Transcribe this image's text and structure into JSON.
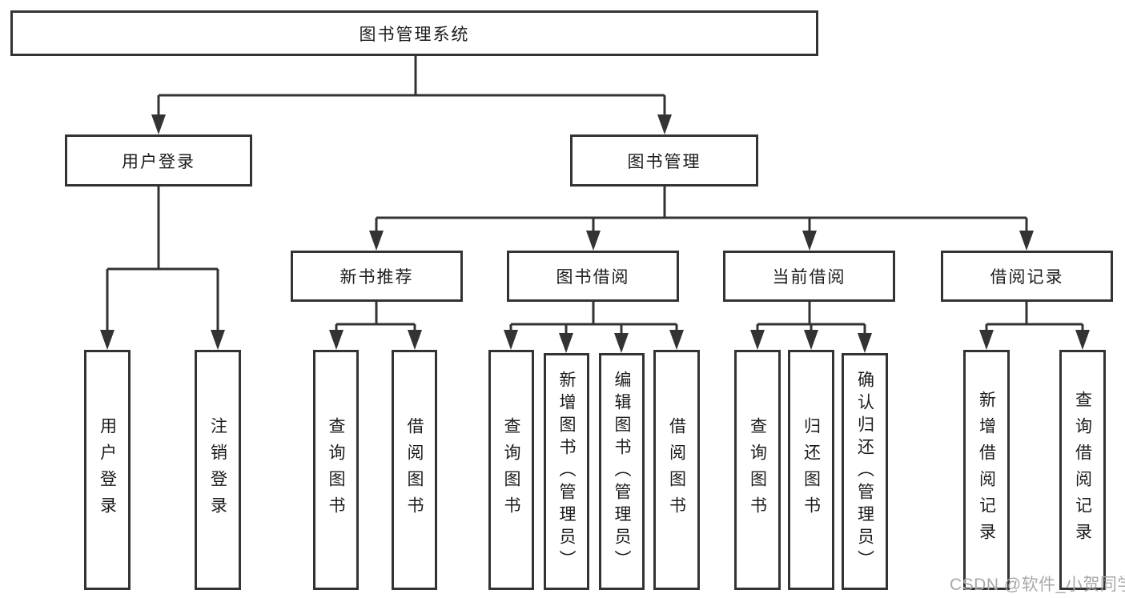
{
  "diagram": {
    "root": {
      "label": "图书管理系统"
    },
    "branches": [
      {
        "label": "用户登录",
        "children": [
          {
            "label": "用户登录"
          },
          {
            "label": "注销登录"
          }
        ]
      },
      {
        "label": "图书管理",
        "children": [
          {
            "label": "新书推荐",
            "children": [
              {
                "label": "查询图书"
              },
              {
                "label": "借阅图书"
              }
            ]
          },
          {
            "label": "图书借阅",
            "children": [
              {
                "label": "查询图书"
              },
              {
                "label": "新增图书（管理员）"
              },
              {
                "label": "编辑图书（管理员）"
              },
              {
                "label": "借阅图书"
              }
            ]
          },
          {
            "label": "当前借阅",
            "children": [
              {
                "label": "查询图书"
              },
              {
                "label": "归还图书"
              },
              {
                "label": "确认归还（管理员）"
              }
            ]
          },
          {
            "label": "借阅记录",
            "children": [
              {
                "label": "新增借阅记录"
              },
              {
                "label": "查询借阅记录"
              }
            ]
          }
        ]
      }
    ]
  },
  "watermark": {
    "text": "CSDN @软件_小贺同学"
  },
  "colors": {
    "line": "#333333",
    "text": "#1c1c1c",
    "watermark": "#a8a8a8",
    "background": "#ffffff"
  }
}
